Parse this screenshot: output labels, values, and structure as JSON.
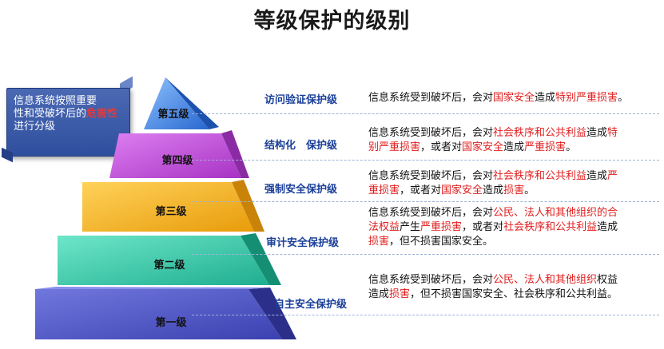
{
  "title": "等级保护的级别",
  "banner": {
    "line1": "信息系统按照重要",
    "line2": "性和受破坏后的",
    "line3_red": "危害性",
    "line3_rest": "进行分级"
  },
  "levels": [
    {
      "level": "第五级",
      "protection": "访问验证保护级",
      "desc_lines": [
        [
          {
            "t": "信息系统受到破坏后，会对"
          },
          {
            "t": "国家安全",
            "r": true
          },
          {
            "t": "造成"
          },
          {
            "t": "特别严重损害",
            "r": true
          },
          {
            "t": "。"
          }
        ]
      ]
    },
    {
      "level": "第四级",
      "protection": "结构化　保护级",
      "desc_lines": [
        [
          {
            "t": "信息系统受到破坏后，会对"
          },
          {
            "t": "社会秩序和公共利益",
            "r": true
          },
          {
            "t": "造成"
          },
          {
            "t": "特",
            "r": true
          }
        ],
        [
          {
            "t": "别严重损害",
            "r": true
          },
          {
            "t": "，或者对"
          },
          {
            "t": "国家安全",
            "r": true
          },
          {
            "t": "造成"
          },
          {
            "t": "严重损害",
            "r": true
          },
          {
            "t": "。"
          }
        ]
      ]
    },
    {
      "level": "第三级",
      "protection": "强制安全保护级",
      "desc_lines": [
        [
          {
            "t": "信息系统受到破坏后，会对"
          },
          {
            "t": "社会秩序和公共利益",
            "r": true
          },
          {
            "t": "造成"
          },
          {
            "t": "严",
            "r": true
          }
        ],
        [
          {
            "t": "重损害",
            "r": true
          },
          {
            "t": "，或者对"
          },
          {
            "t": "国家安全",
            "r": true
          },
          {
            "t": "造成"
          },
          {
            "t": "损害",
            "r": true
          },
          {
            "t": "。"
          }
        ]
      ]
    },
    {
      "level": "第二级",
      "protection": "审计安全保护级",
      "desc_lines": [
        [
          {
            "t": "信息系统受到破坏后，会对"
          },
          {
            "t": "公民、法人和其他组织的合",
            "r": true
          }
        ],
        [
          {
            "t": "法权益",
            "r": true
          },
          {
            "t": "产生"
          },
          {
            "t": "严重损害",
            "r": true
          },
          {
            "t": "，或者对"
          },
          {
            "t": "社会秩序和公共利益",
            "r": true
          },
          {
            "t": "造成"
          }
        ],
        [
          {
            "t": "损害",
            "r": true
          },
          {
            "t": "，但不损害国家安全。"
          }
        ]
      ]
    },
    {
      "level": "第一级",
      "protection": "自主安全保护级",
      "desc_lines": [
        [
          {
            "t": "信息系统受到破坏后，会对"
          },
          {
            "t": "公民、法人和其他组织",
            "r": true
          },
          {
            "t": "权益"
          }
        ],
        [
          {
            "t": "造成"
          },
          {
            "t": "损害",
            "r": true
          },
          {
            "t": "，但不损害国家安全、社会秩序和公共利益。"
          }
        ]
      ]
    }
  ],
  "colors": {
    "tier1": "#4f55c6",
    "tier2": "#34c8a8",
    "tier3": "#f4b31c",
    "tier4": "#c04fd8",
    "tier5": "#3c7fe0",
    "protection_text": "#1a3f99",
    "highlight": "#e01d1d"
  }
}
